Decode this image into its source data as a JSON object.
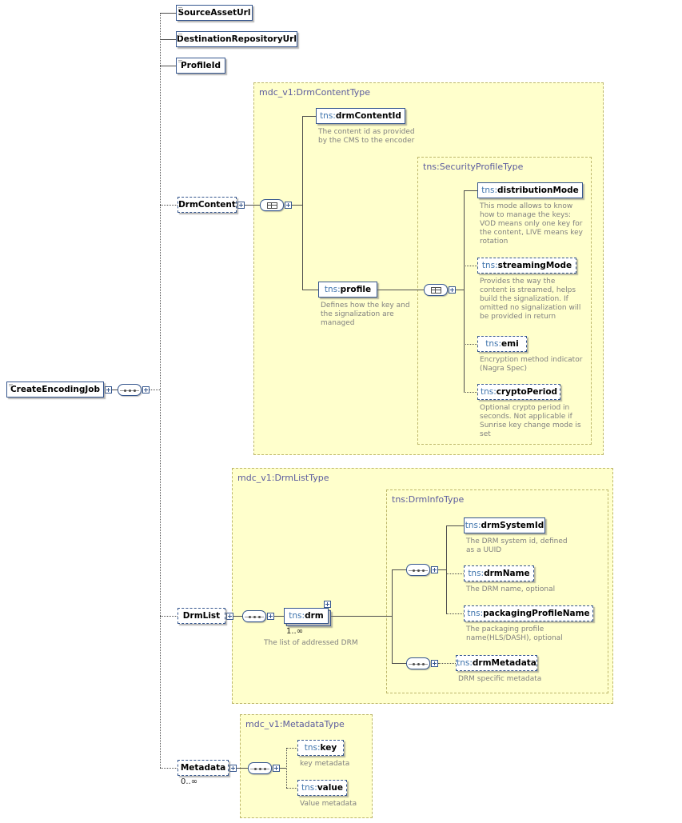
{
  "root": {
    "label": "CreateEncodingJob"
  },
  "elements": {
    "source_asset_url": {
      "label": "SourceAssetUrl"
    },
    "destination_repository_url": {
      "label": "DestinationRepositoryUrl"
    },
    "profile_id": {
      "label": "ProfileId"
    },
    "drm_content": {
      "label": "DrmContent"
    },
    "drm_content_id": {
      "prefix": "tns:",
      "label": "drmContentId",
      "annotation": "The content id as provided by the CMS to the encoder"
    },
    "profile": {
      "prefix": "tns:",
      "label": "profile",
      "annotation": "Defines how the key and the signalization are managed"
    },
    "distribution_mode": {
      "prefix": "tns:",
      "label": "distributionMode",
      "annotation": "This mode allows to know how to manage the keys: VOD means only one key for the content, LIVE means key rotation"
    },
    "streaming_mode": {
      "prefix": "tns:",
      "label": "streamingMode",
      "annotation": "Provides the way the content is streamed, helps build the signalization. If omitted no signalization will be provided in return"
    },
    "emi": {
      "prefix": "tns:",
      "label": "emi",
      "annotation": "Encryption method indicator (Nagra Spec)"
    },
    "crypto_period": {
      "prefix": "tns:",
      "label": "cryptoPeriod",
      "annotation": "Optional crypto period in seconds. Not applicable if Sunrise key change mode is set"
    },
    "drm_list": {
      "label": "DrmList"
    },
    "drm": {
      "prefix": "tns:",
      "label": "drm",
      "multiplicity": "1..∞",
      "annotation": "The list of addressed DRM"
    },
    "drm_system_id": {
      "prefix": "tns:",
      "label": "drmSystemId",
      "annotation": "The DRM system id, defined as a UUID"
    },
    "drm_name": {
      "prefix": "tns:",
      "label": "drmName",
      "annotation": "The DRM name, optional"
    },
    "packaging_profile_name": {
      "prefix": "tns:",
      "label": "packagingProfileName",
      "annotation": "The packaging profile name(HLS/DASH), optional"
    },
    "drm_metadata": {
      "prefix": "tns:",
      "label": "drmMetadata",
      "annotation": "DRM specific metadata"
    },
    "metadata": {
      "label": "Metadata",
      "multiplicity": "0..∞"
    },
    "key": {
      "prefix": "tns:",
      "label": "key",
      "annotation": "key metadata"
    },
    "value": {
      "prefix": "tns:",
      "label": "value",
      "annotation": "Value metadata"
    }
  },
  "regions": {
    "drm_content_type": {
      "title": "mdc_v1:DrmContentType"
    },
    "security_profile_type": {
      "title": "tns:SecurityProfileType"
    },
    "drm_list_type": {
      "title": "mdc_v1:DrmListType"
    },
    "drm_info_type": {
      "title": "tns:DrmInfoType"
    },
    "metadata_type": {
      "title": "mdc_v1:MetadataType"
    }
  },
  "colors": {
    "region_fill": "#ffffcc",
    "region_border": "#bdb76b",
    "box_border": "#35568e",
    "prefix_text": "#3f74ad",
    "annotation_text": "#808080",
    "region_title": "#5b5b9e"
  }
}
